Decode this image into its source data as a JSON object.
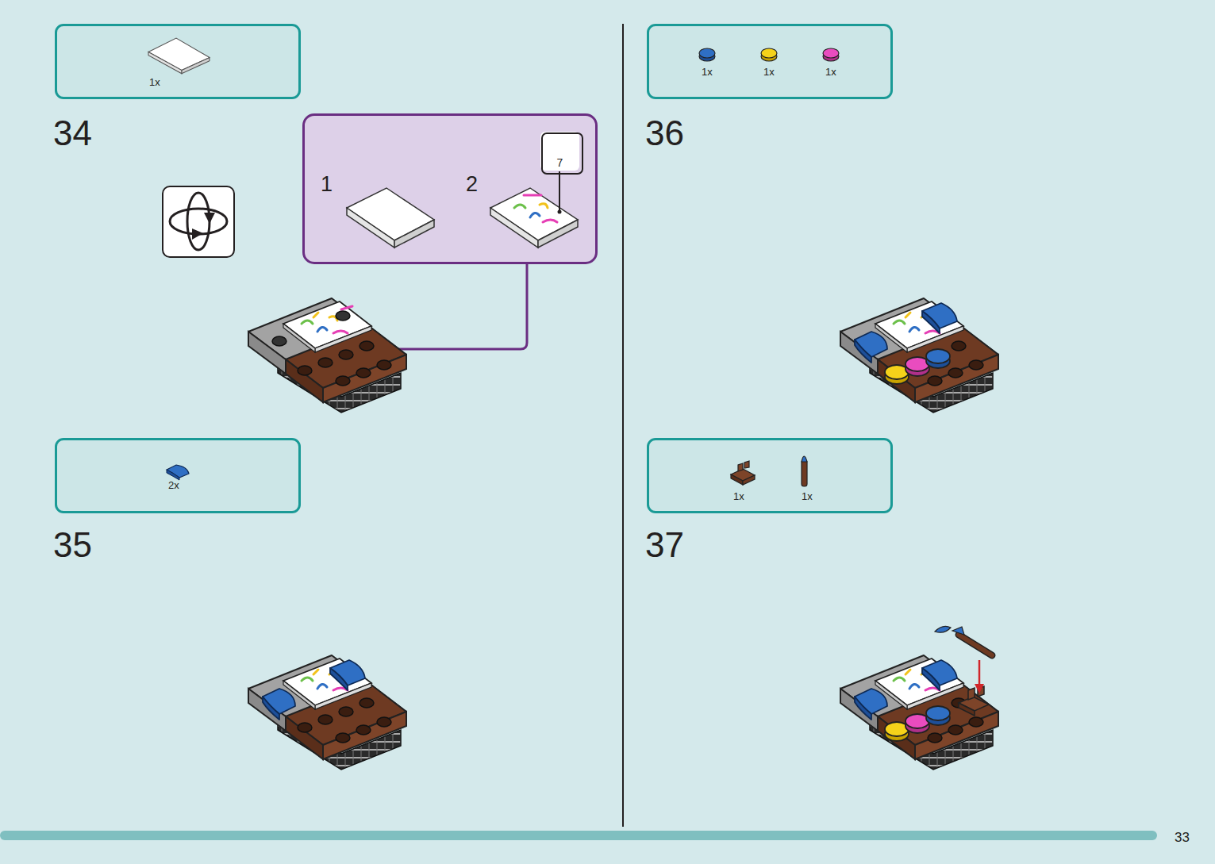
{
  "diagram": {
    "nodes": [
      {
        "text": [
          "1x"
        ]
      },
      {
        "text": [
          "1",
          "2"
        ]
      },
      {
        "text": [
          "7"
        ],
        "in": 1
      },
      {
        "text": [
          "2x"
        ]
      },
      {
        "text": [
          "1x",
          "1x",
          "1x"
        ]
      },
      {
        "text": [
          "1x",
          "1x"
        ]
      }
    ],
    "labels": [
      "34",
      "35",
      "36",
      "37",
      "33"
    ]
  }
}
